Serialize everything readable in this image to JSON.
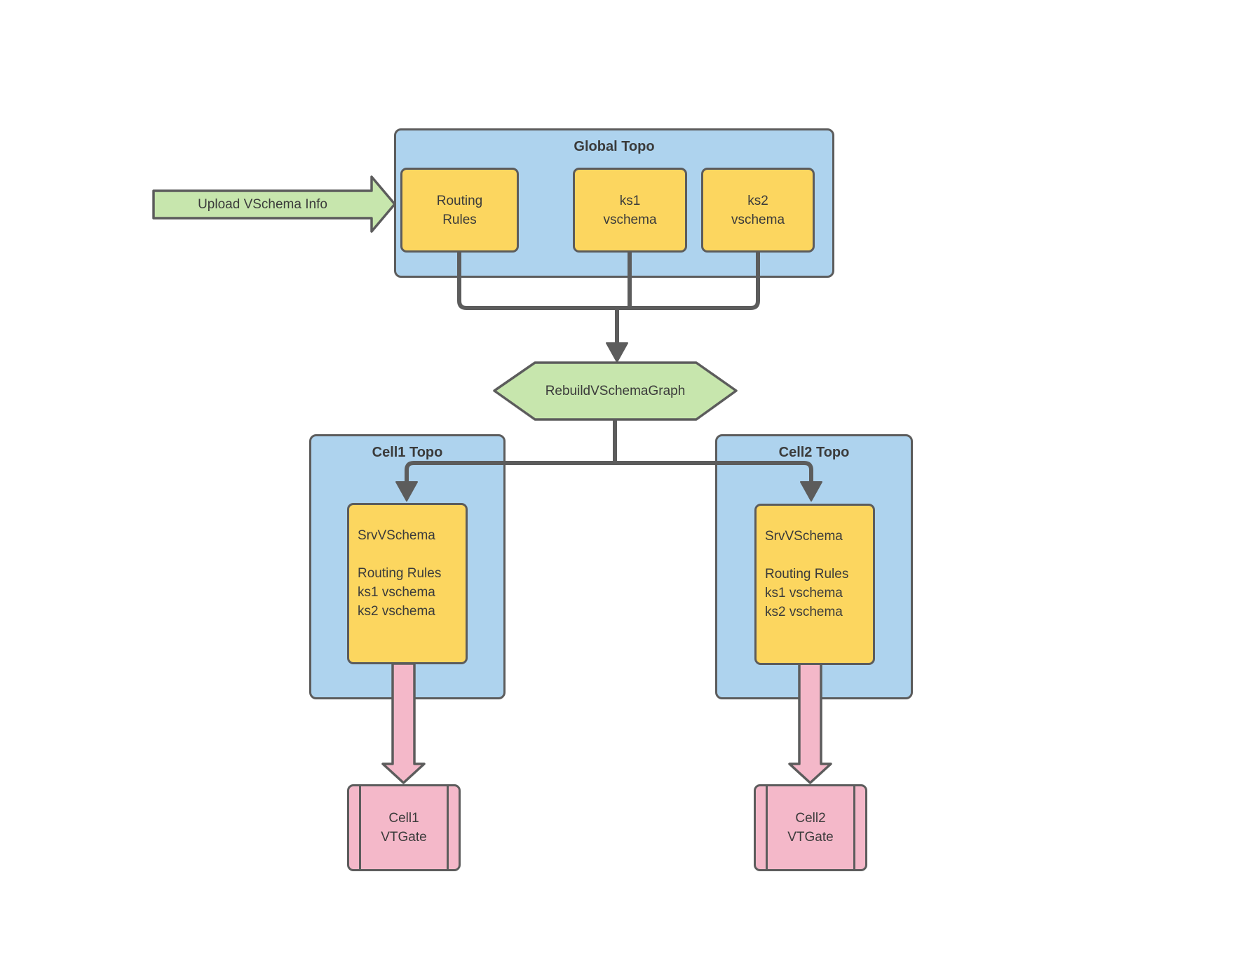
{
  "colors": {
    "background": "#ffffff",
    "container_fill": "#aed3ee",
    "node_fill": "#fcd65f",
    "green_fill": "#c7e6ad",
    "pink_fill": "#f4b8c9",
    "stroke": "#5c5c5c",
    "text": "#3b3b3b"
  },
  "upload_arrow": {
    "label": "Upload VSchema Info"
  },
  "global_topo": {
    "title": "Global Topo",
    "nodes": [
      {
        "line1": "Routing",
        "line2": "Rules"
      },
      {
        "line1": "ks1",
        "line2": "vschema"
      },
      {
        "line1": "ks2",
        "line2": "vschema"
      }
    ]
  },
  "rebuild_step": {
    "label": "RebuildVSchemaGraph"
  },
  "cells": [
    {
      "title": "Cell1 Topo",
      "srv_heading": "SrvVSchema",
      "srv_items": [
        "Routing Rules",
        "ks1 vschema",
        "ks2 vschema"
      ],
      "vtgate_line1": "Cell1",
      "vtgate_line2": "VTGate"
    },
    {
      "title": "Cell2 Topo",
      "srv_heading": "SrvVSchema",
      "srv_items": [
        "Routing Rules",
        "ks1 vschema",
        "ks2 vschema"
      ],
      "vtgate_line1": "Cell2",
      "vtgate_line2": "VTGate"
    }
  ]
}
